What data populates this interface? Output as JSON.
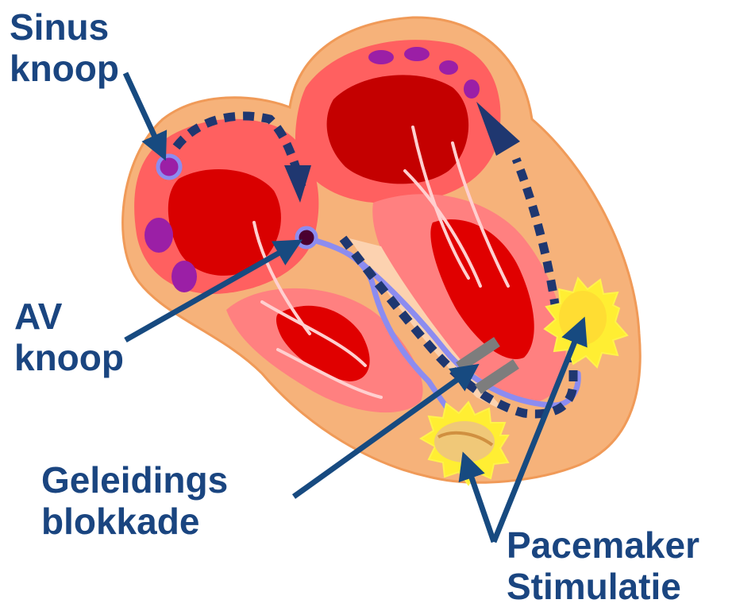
{
  "labels": {
    "sinus_line1": "Sinus",
    "sinus_line2": "knoop",
    "av_line1": "AV",
    "av_line2": "knoop",
    "block_line1": "Geleidings",
    "block_line2": "blokkade",
    "pacemaker_line1": "Pacemaker",
    "pacemaker_line2": "Stimulatie"
  },
  "colors": {
    "label_text": "#1a4580",
    "pointer_arrow": "#174a80",
    "conduction_path": "#1f3770",
    "heart_outer": "#f6b27a",
    "myocardium": "#ff8080",
    "chamber": "#d90000",
    "nodes": "#9b1fa6",
    "purkinje": "#8c8cf0",
    "pacemaker_glow": "#ffee33",
    "block_marker": "#7d7d7d"
  }
}
